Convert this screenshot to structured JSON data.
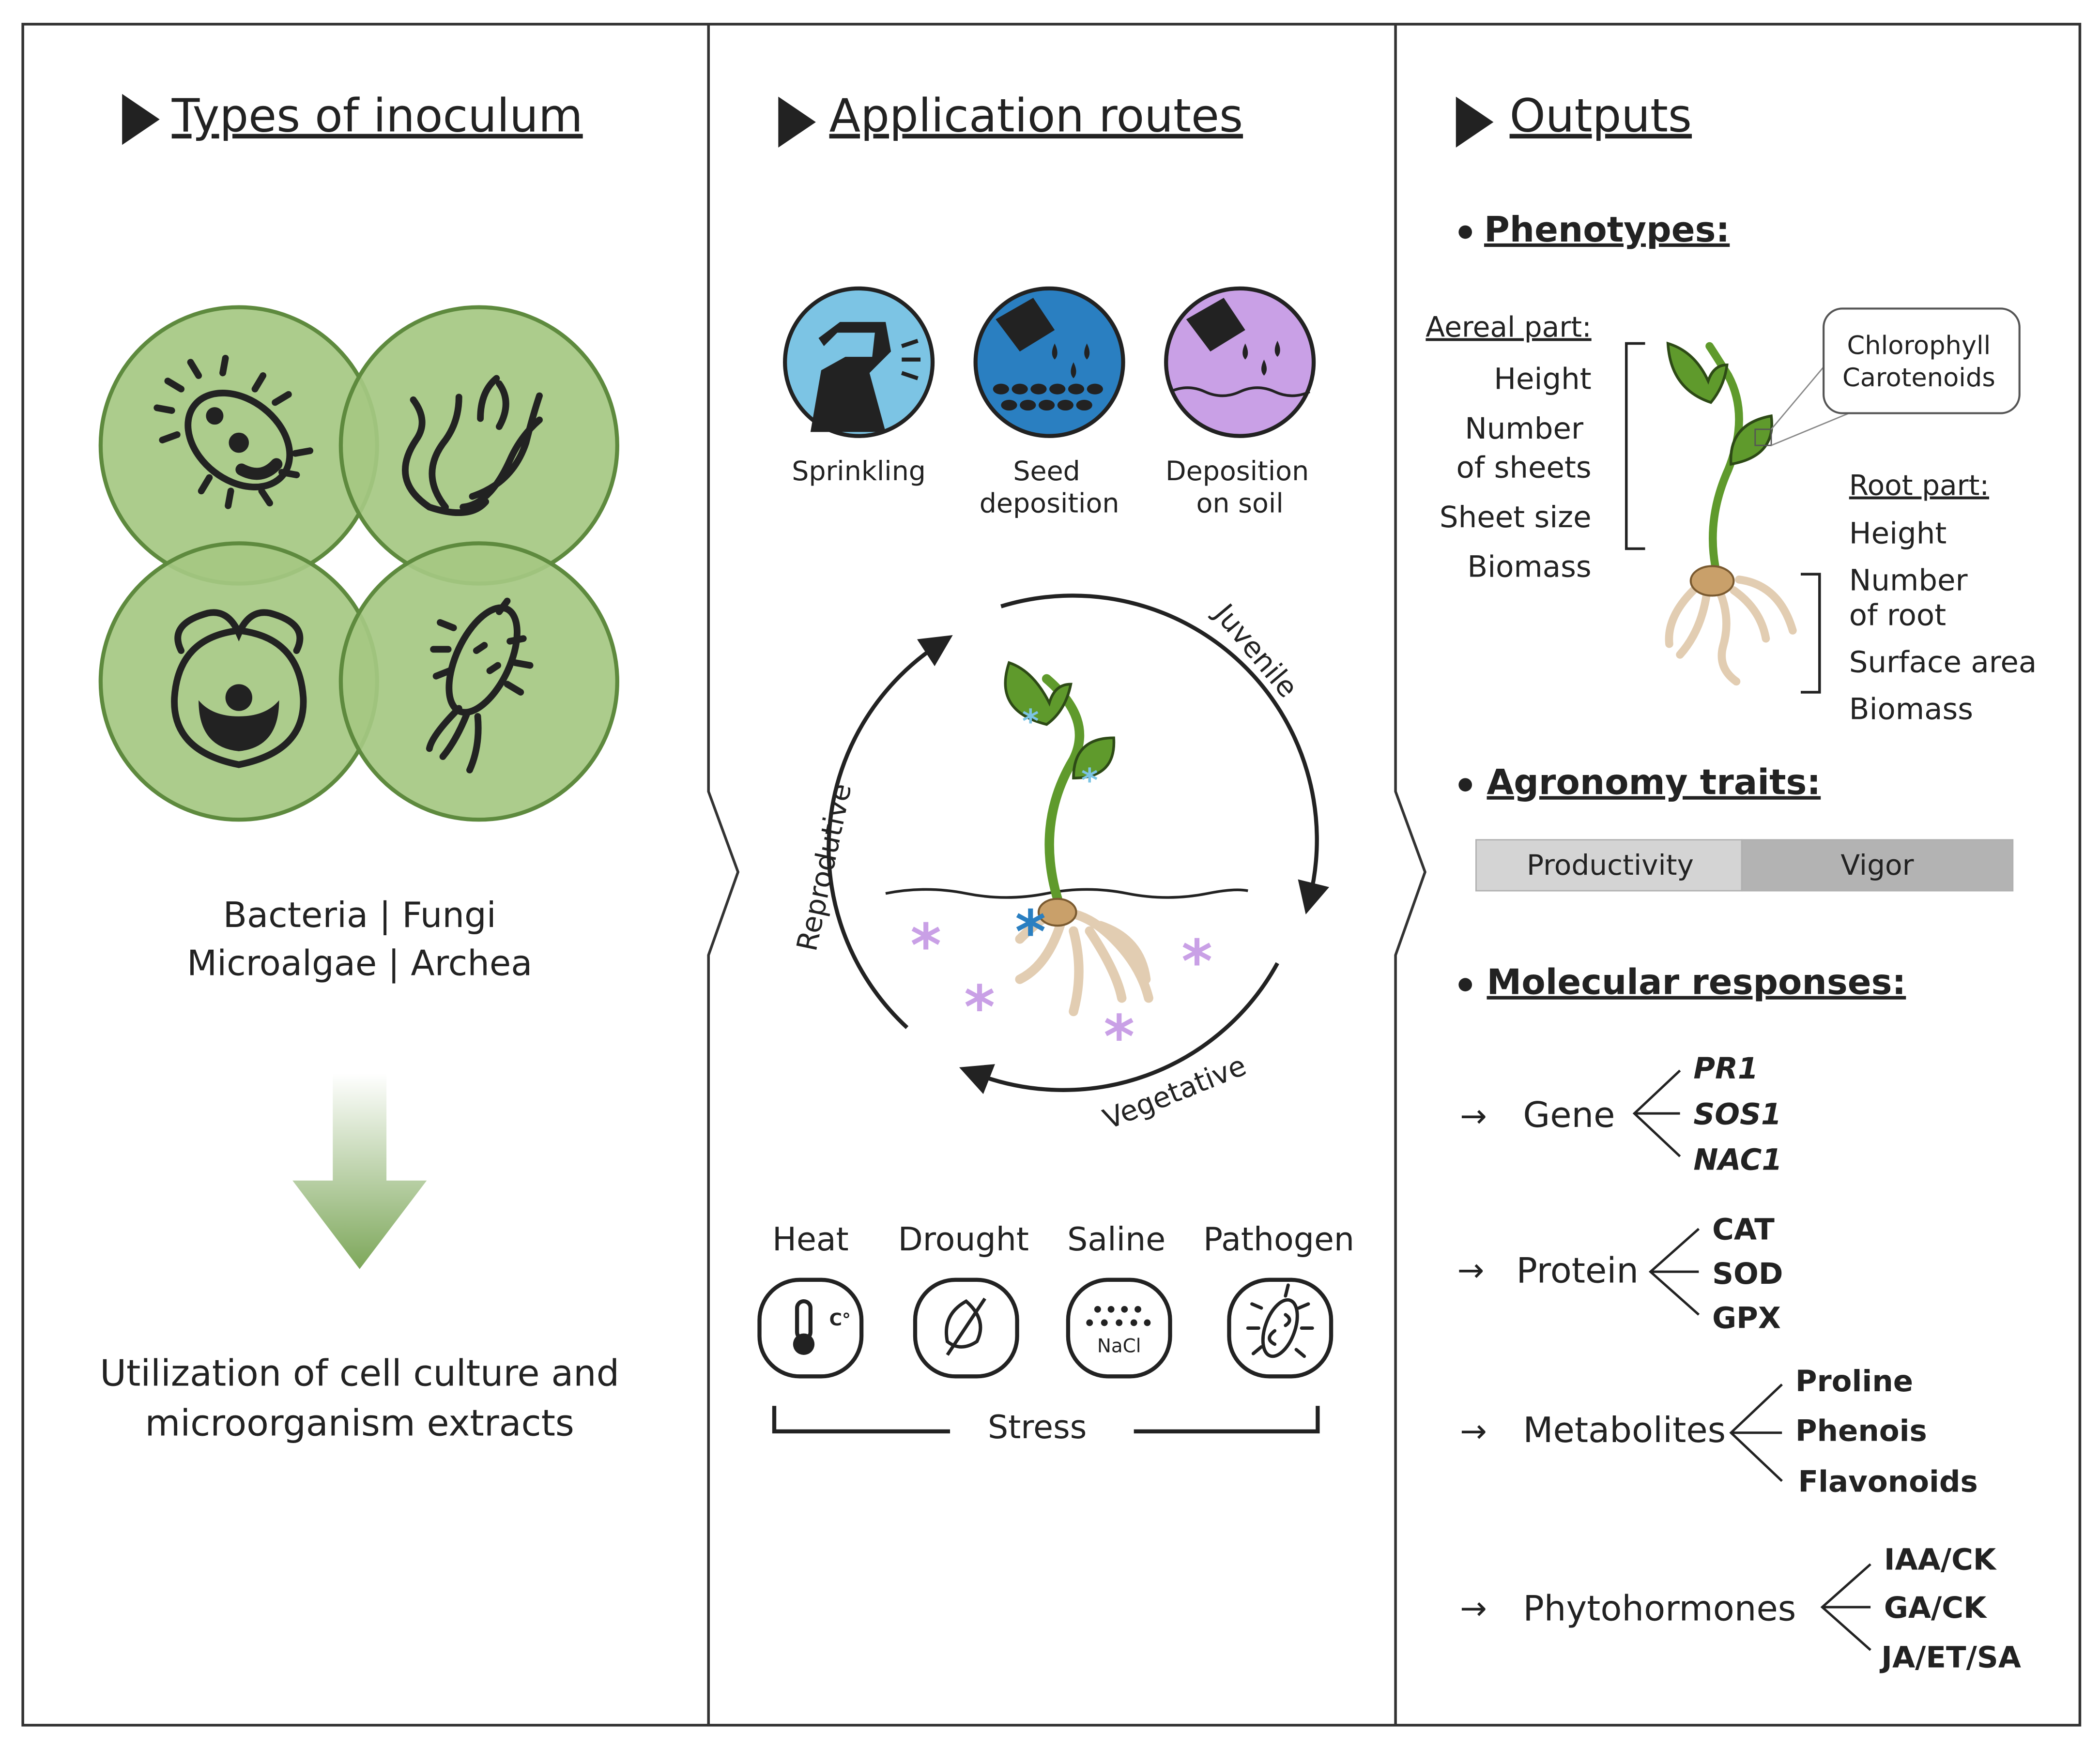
{
  "panels": {
    "inoculum": {
      "title": "Types of inoculum",
      "types_line1": "Bacteria | Fungi",
      "types_line2": "Microalgae | Archea",
      "note_line1": "Utilization of cell culture and",
      "note_line2": "microorganism extracts"
    },
    "routes": {
      "title": "Application routes",
      "methods": [
        {
          "line1": "Sprinkling",
          "line2": "",
          "color": "#7cc4e4",
          "icon": "spray-bottle-icon"
        },
        {
          "line1": "Seed",
          "line2": "deposition",
          "color": "#2a7fc1",
          "icon": "watering-seeds-icon"
        },
        {
          "line1": "Deposition",
          "line2": "on soil",
          "color": "#c9a0e6",
          "icon": "watering-soil-icon"
        }
      ],
      "cycle": {
        "juvenile": "Juvenile",
        "vegetative": "Vegetative",
        "reproductive": "Reprodutive"
      },
      "stresses": [
        {
          "label": "Heat",
          "icon": "thermometer-icon"
        },
        {
          "label": "Drought",
          "icon": "dry-leaf-icon"
        },
        {
          "label": "Saline",
          "icon": "salt-icon",
          "badge": "NaCl"
        },
        {
          "label": "Pathogen",
          "icon": "pathogen-icon"
        }
      ],
      "stress_label": "Stress"
    },
    "outputs": {
      "title": "Outputs",
      "phenotypes": {
        "heading": "Phenotypes:",
        "aerial_title": "Aereal part:",
        "aerial_items": [
          "Height",
          "Number",
          "of sheets",
          "Sheet size",
          "Biomass"
        ],
        "callout": [
          "Chlorophyll",
          "Carotenoids"
        ],
        "root_title": "Root part:",
        "root_items": [
          "Height",
          "Number",
          "of root",
          "Surface area",
          "Biomass"
        ]
      },
      "agronomy": {
        "heading": "Agronomy traits:",
        "traits": [
          "Productivity",
          "Vigor"
        ]
      },
      "molecular": {
        "heading": "Molecular responses:",
        "groups": [
          {
            "arrow": "→",
            "label": "Gene",
            "items": [
              "PR1",
              "SOS1",
              "NAC1"
            ]
          },
          {
            "arrow": "→",
            "label": "Protein",
            "items": [
              "CAT",
              "SOD",
              "GPX"
            ]
          },
          {
            "arrow": "→",
            "label": "Metabolites",
            "items": [
              "Proline",
              "Phenois",
              "Flavonoids"
            ]
          },
          {
            "arrow": "→",
            "label": "Phytohormones",
            "items": [
              "IAA/CK",
              "GA/CK",
              "JA/ET/SA"
            ]
          }
        ]
      }
    }
  },
  "colors": {
    "green_fill": "#a5c882",
    "green_stroke": "#5e8a3e",
    "plant_green": "#5f9a2c",
    "root": "#e2cdb2",
    "seed": "#c9a06a",
    "asterisk_purple": "#c9a0e6",
    "asterisk_blue": "#2a7fc1",
    "bar_light": "#d4d4d4",
    "bar_dark": "#b3b3b3"
  }
}
